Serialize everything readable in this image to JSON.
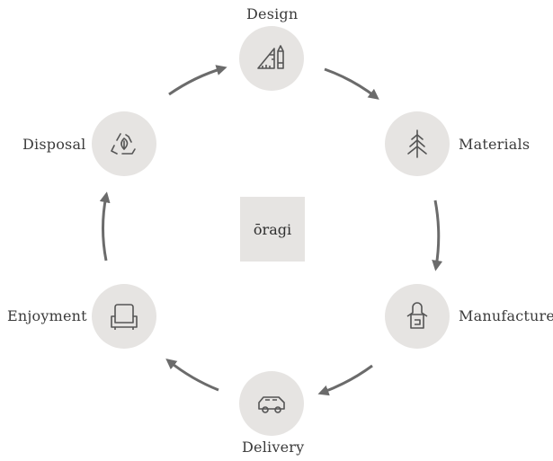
{
  "center_label": "ōragi",
  "stages": [
    {
      "label": "Design",
      "icon": "ruler-pencil-icon"
    },
    {
      "label": "Materials",
      "icon": "pine-tree-icon"
    },
    {
      "label": "Manufacture",
      "icon": "apron-icon"
    },
    {
      "label": "Delivery",
      "icon": "car-icon"
    },
    {
      "label": "Enjoyment",
      "icon": "armchair-icon"
    },
    {
      "label": "Disposal",
      "icon": "recycle-leaf-icon"
    }
  ],
  "colors": {
    "circle": "#e6e4e2",
    "icon": "#555555",
    "arrow": "#6b6b6b",
    "text": "#3b3b3b"
  }
}
